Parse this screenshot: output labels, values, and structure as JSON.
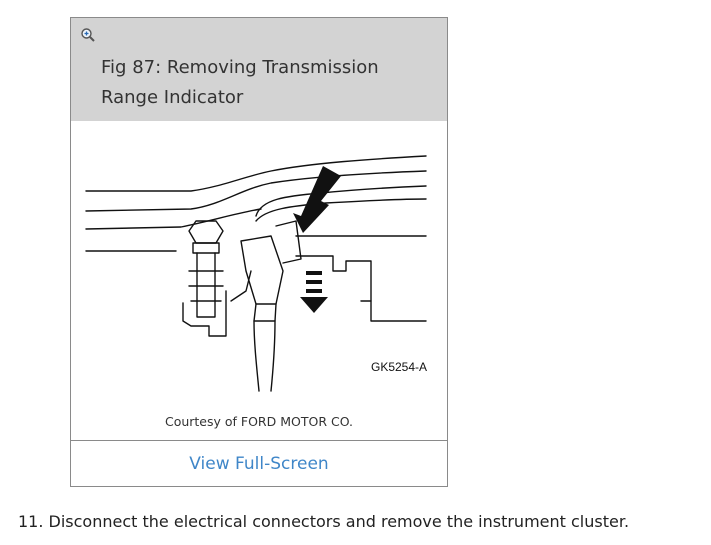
{
  "figure": {
    "title": "Fig 87: Removing Transmission Range Indicator",
    "image_code": "GK5254-A",
    "credit": "Courtesy of FORD MOTOR CO.",
    "fullscreen_link": "View Full-Screen",
    "zoom_icon": "zoom-in-icon"
  },
  "instructions": {
    "step": "11. Disconnect the electrical connectors and remove the instrument cluster."
  }
}
